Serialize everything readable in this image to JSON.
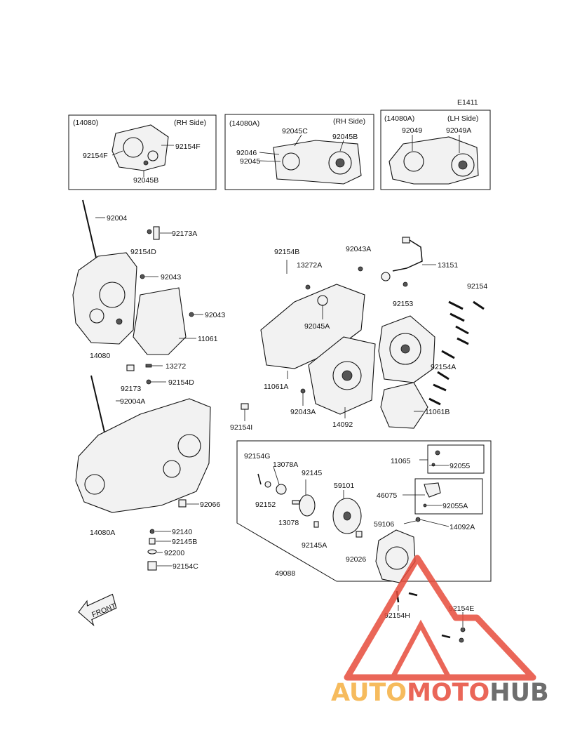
{
  "diagram_code": "E1411",
  "insets": [
    {
      "part": "(14080)",
      "side": "(RH Side)",
      "labels": [
        "92154F",
        "92154F",
        "92045B"
      ]
    },
    {
      "part": "(14080A)",
      "side": "(RH Side)",
      "labels": [
        "92045C",
        "92045B",
        "92046",
        "92045"
      ]
    },
    {
      "part": "(14080A)",
      "side": "(LH Side)",
      "labels": [
        "92049",
        "92049A"
      ]
    }
  ],
  "labels": {
    "p92004": "92004",
    "p92173A": "92173A",
    "p92154D_top": "92154D",
    "p92043_a": "92043",
    "p92043_b": "92043",
    "p11061": "11061",
    "p14080": "14080",
    "p13272": "13272",
    "p92173": "92173",
    "p92154D_b": "92154D",
    "p92004A": "92004A",
    "p92066": "92066",
    "p14080A": "14080A",
    "p92140": "92140",
    "p92145B": "92145B",
    "p92200": "92200",
    "p92154C": "92154C",
    "p92154B": "92154B",
    "p13272A": "13272A",
    "p92043A_top": "92043A",
    "p13151": "13151",
    "p92153": "92153",
    "p92154": "92154",
    "p92045A": "92045A",
    "p11061A": "11061A",
    "p92154A": "92154A",
    "p92043A_b": "92043A",
    "p92154I": "92154I",
    "p14092": "14092",
    "p11061B": "11061B",
    "p92154G": "92154G",
    "p13078A": "13078A",
    "p92145": "92145",
    "p59101": "59101",
    "p11065": "11065",
    "p92055": "92055",
    "p46075": "46075",
    "p92055A": "92055A",
    "p92152": "92152",
    "p13078": "13078",
    "p59106": "59106",
    "p14092A": "14092A",
    "p92145A": "92145A",
    "p92026": "92026",
    "p49088": "49088",
    "p92154H": "92154H",
    "p92154E": "92154E"
  },
  "front_arrow": "FRONT",
  "watermark": {
    "text_auto": "AUTO",
    "text_moto": "MOTO",
    "text_hub": "HUB",
    "color_auto": "#f5b041",
    "color_moto": "#e74c3c",
    "color_hub": "#555555",
    "triangle_color": "#e74c3c"
  }
}
